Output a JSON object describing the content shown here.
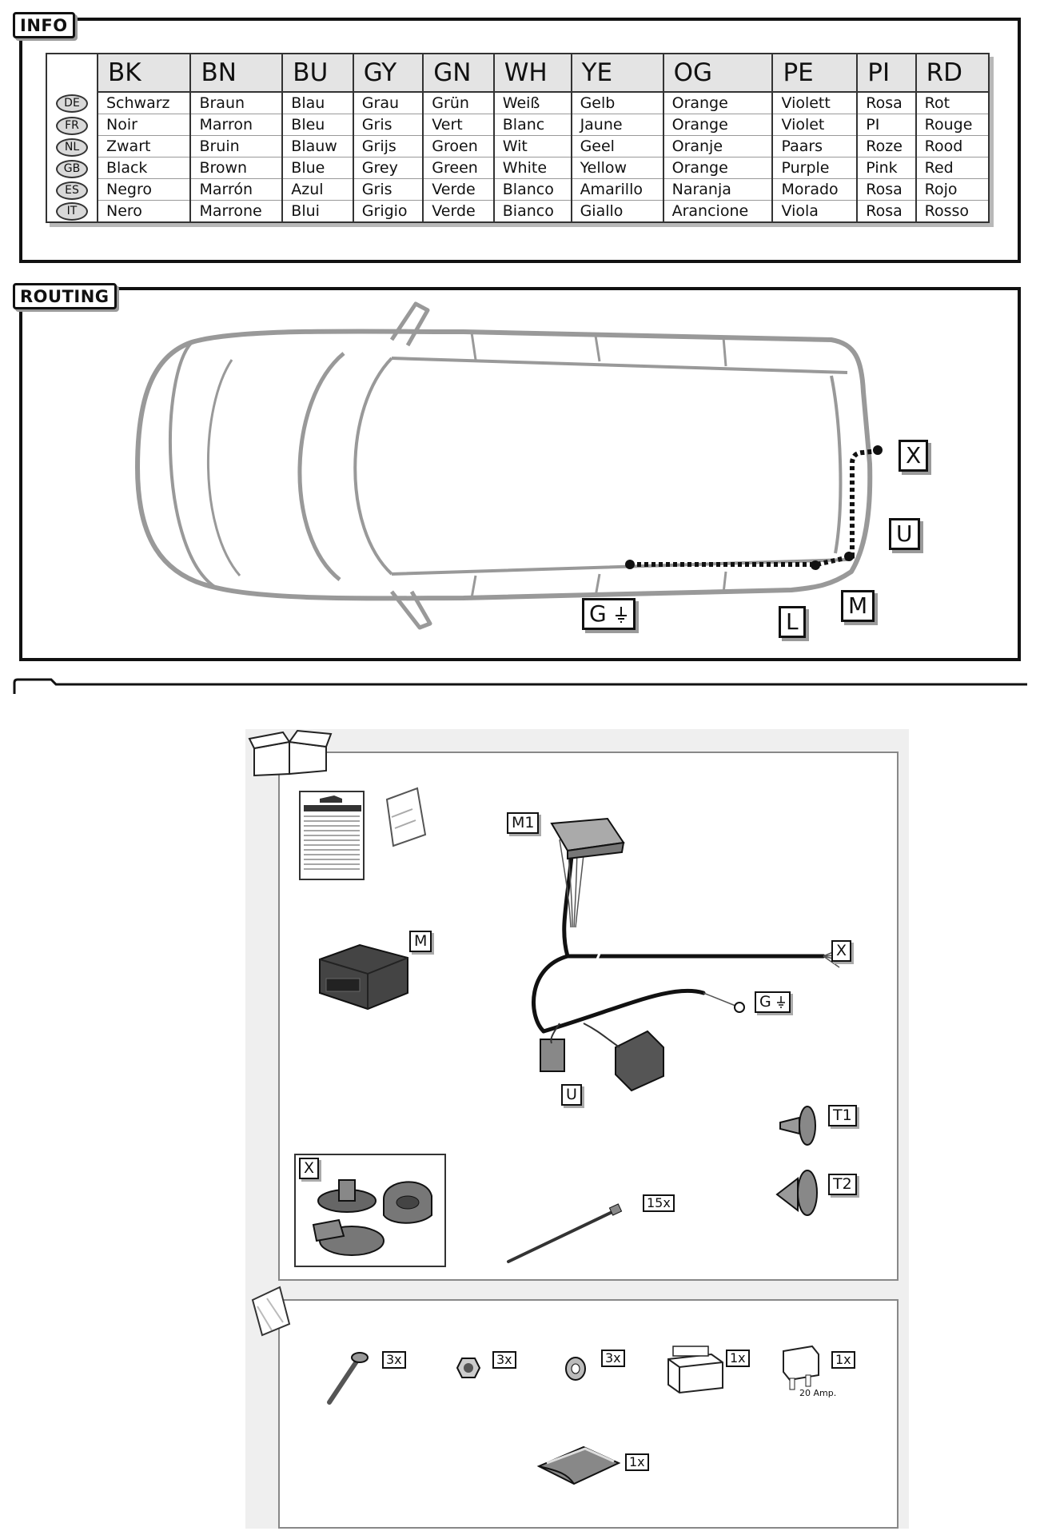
{
  "info": {
    "tag": "INFO",
    "codes": [
      "BK",
      "BN",
      "BU",
      "GY",
      "GN",
      "WH",
      "YE",
      "OG",
      "PE",
      "PI",
      "RD"
    ],
    "rows": [
      {
        "lang": "DE",
        "names": [
          "Schwarz",
          "Braun",
          "Blau",
          "Grau",
          "Grün",
          "Weiß",
          "Gelb",
          "Orange",
          "Violett",
          "Rosa",
          "Rot"
        ]
      },
      {
        "lang": "FR",
        "names": [
          "Noir",
          "Marron",
          "Bleu",
          "Gris",
          "Vert",
          "Blanc",
          "Jaune",
          "Orange",
          "Violet",
          "PI",
          "Rouge"
        ]
      },
      {
        "lang": "NL",
        "names": [
          "Zwart",
          "Bruin",
          "Blauw",
          "Grijs",
          "Groen",
          "Wit",
          "Geel",
          "Oranje",
          "Paars",
          "Roze",
          "Rood"
        ]
      },
      {
        "lang": "GB",
        "names": [
          "Black",
          "Brown",
          "Blue",
          "Grey",
          "Green",
          "White",
          "Yellow",
          "Orange",
          "Purple",
          "Pink",
          "Red"
        ]
      },
      {
        "lang": "ES",
        "names": [
          "Negro",
          "Marrón",
          "Azul",
          "Gris",
          "Verde",
          "Blanco",
          "Amarillo",
          "Naranja",
          "Morado",
          "Rosa",
          "Rojo"
        ]
      },
      {
        "lang": "IT",
        "names": [
          "Nero",
          "Marrone",
          "Blui",
          "Grigio",
          "Verde",
          "Bianco",
          "Giallo",
          "Arancione",
          "Viola",
          "Rosa",
          "Rosso"
        ]
      }
    ]
  },
  "routing": {
    "tag": "ROUTING",
    "labels": {
      "x": "X",
      "u": "U",
      "m": "M",
      "l": "L",
      "g": "G"
    }
  },
  "contents": {
    "labels": {
      "m1": "M1",
      "m": "M",
      "x": "X",
      "g": "G",
      "u": "U",
      "t1": "T1",
      "t2": "T2",
      "x_box": "X"
    },
    "cable_ties_qty": "15x",
    "small_parts": {
      "bolt_qty": "3x",
      "nut_qty": "3x",
      "washer_qty": "3x",
      "fuse_holder_qty": "1x",
      "fuse_qty": "1x",
      "fuse_rating": "20 Amp.",
      "foam_qty": "1x"
    }
  }
}
